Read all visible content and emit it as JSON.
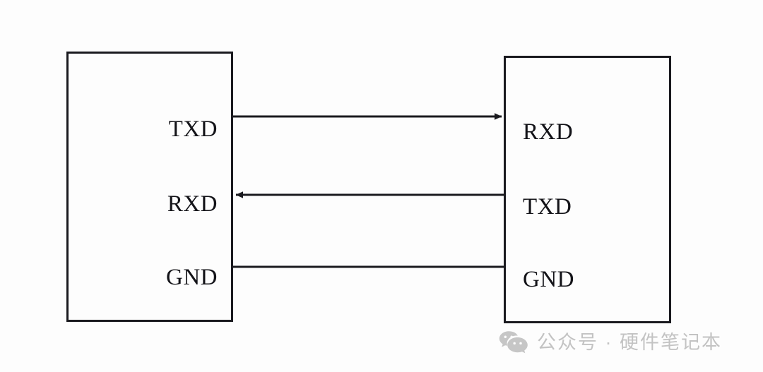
{
  "diagram": {
    "type": "uart-serial-connection",
    "background_color": "#fdfdfd",
    "line_color": "#1a1a1f",
    "text_color": "#131318",
    "devices": [
      {
        "id": "device-left",
        "side": "left",
        "pins": [
          {
            "id": "left-txd",
            "label": "TXD"
          },
          {
            "id": "left-rxd",
            "label": "RXD"
          },
          {
            "id": "left-gnd",
            "label": "GND"
          }
        ]
      },
      {
        "id": "device-right",
        "side": "right",
        "pins": [
          {
            "id": "right-rxd",
            "label": "RXD"
          },
          {
            "id": "right-txd",
            "label": "TXD"
          },
          {
            "id": "right-gnd",
            "label": "GND"
          }
        ]
      }
    ],
    "connections": [
      {
        "id": "conn-txd-rxd",
        "from": "left-txd",
        "to": "right-rxd",
        "direction": "left-to-right",
        "arrow": "end"
      },
      {
        "id": "conn-txd-rxd-reverse",
        "from": "right-txd",
        "to": "left-rxd",
        "direction": "right-to-left",
        "arrow": "end"
      },
      {
        "id": "conn-gnd",
        "from": "left-gnd",
        "to": "right-gnd",
        "direction": "bidirectional",
        "arrow": "none"
      }
    ]
  },
  "watermark": {
    "icon": "wechat-icon",
    "text": "公众号 · 硬件笔记本",
    "color": "#c3c3c3"
  }
}
